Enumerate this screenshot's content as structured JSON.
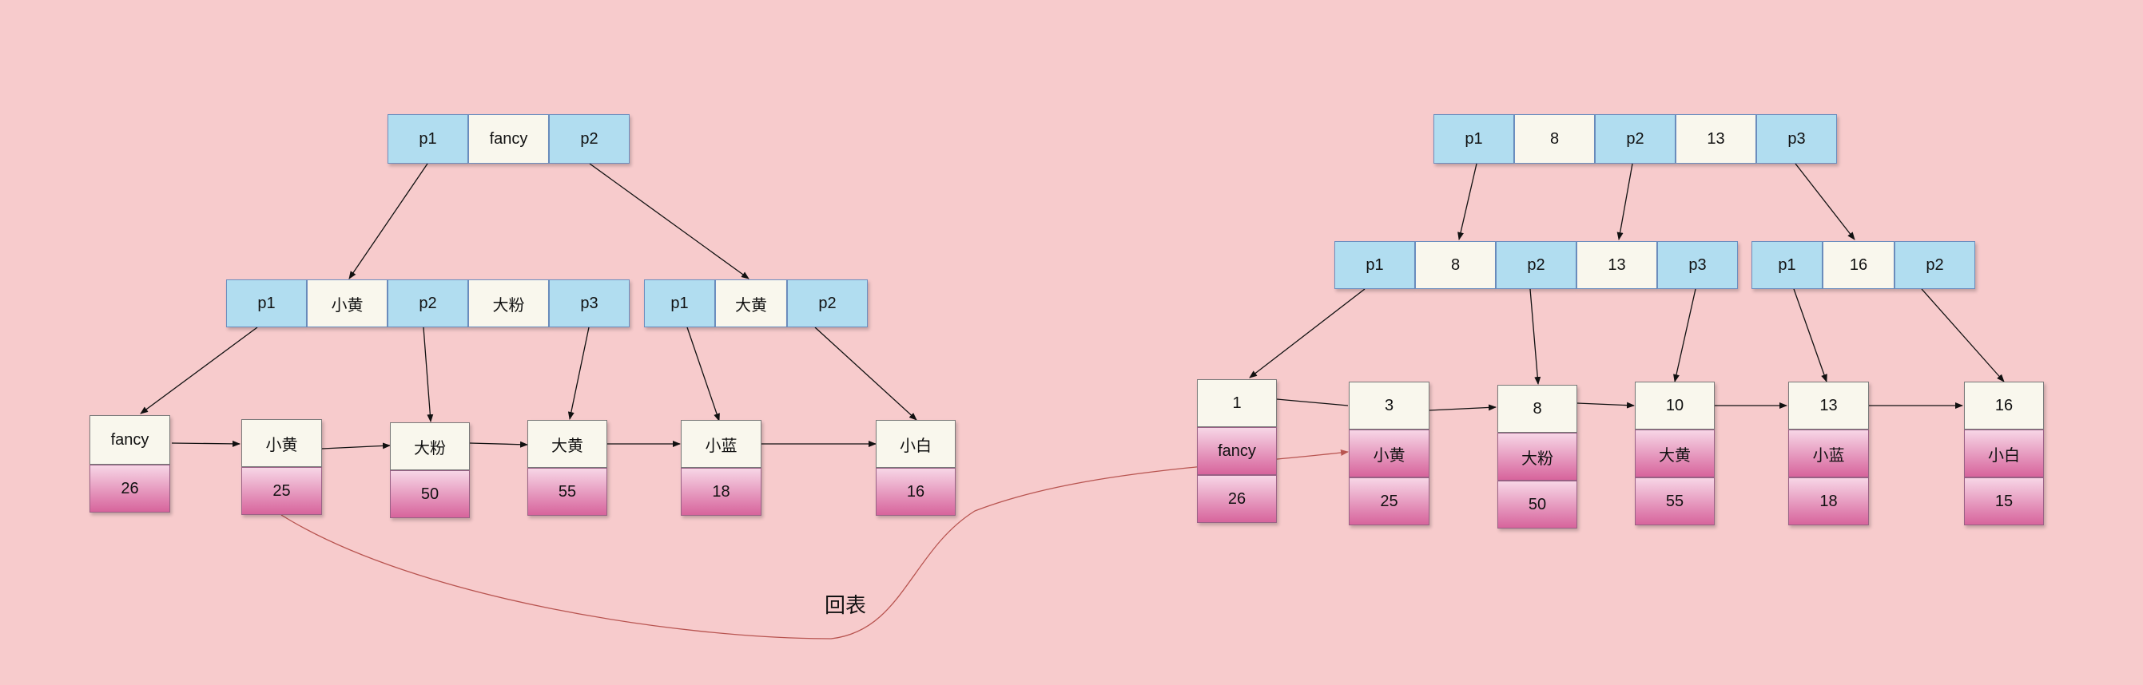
{
  "secondary_index": {
    "root": [
      "p1",
      "fancy",
      "p2"
    ],
    "inner_left": [
      "p1",
      "小黄",
      "p2",
      "大粉",
      "p3"
    ],
    "inner_right": [
      "p1",
      "大黄",
      "p2"
    ],
    "leaves": [
      {
        "key": "fancy",
        "val": "26"
      },
      {
        "key": "小黄",
        "val": "25"
      },
      {
        "key": "大粉",
        "val": "50"
      },
      {
        "key": "大黄",
        "val": "55"
      },
      {
        "key": "小蓝",
        "val": "18"
      },
      {
        "key": "小白",
        "val": "16"
      }
    ]
  },
  "primary_index": {
    "root": [
      "p1",
      "8",
      "p2",
      "13",
      "p3"
    ],
    "inner_left": [
      "p1",
      "8",
      "p2",
      "13",
      "p3"
    ],
    "inner_right": [
      "p1",
      "16",
      "p2"
    ],
    "leaves": [
      {
        "id": "1",
        "name": "fancy",
        "val": "26"
      },
      {
        "id": "3",
        "name": "小黄",
        "val": "25"
      },
      {
        "id": "8",
        "name": "大粉",
        "val": "50"
      },
      {
        "id": "10",
        "name": "大黄",
        "val": "55"
      },
      {
        "id": "13",
        "name": "小蓝",
        "val": "18"
      },
      {
        "id": "16",
        "name": "小白",
        "val": "15"
      }
    ]
  },
  "caption": "回表",
  "colors": {
    "background": "#f7cbcc",
    "pointer_cell": "#b1ddf0",
    "key_cell": "#f9f7ed",
    "value_gradient_top": "#f7d6e6",
    "value_gradient_bottom": "#d7649c",
    "lookup_curve": "#b85450"
  }
}
